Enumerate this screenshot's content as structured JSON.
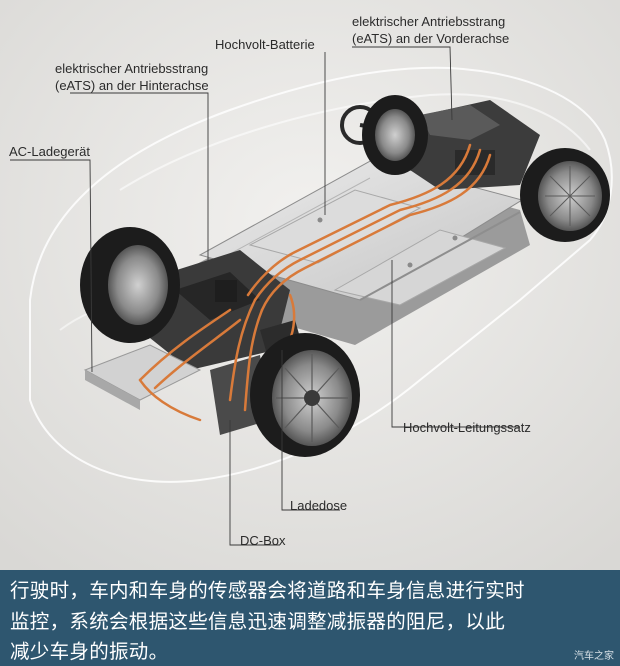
{
  "labels": {
    "front_drive": [
      "elektrischer Antriebsstrang",
      "(eATS) an der Vorderachse"
    ],
    "battery": "Hochvolt-Batterie",
    "rear_drive": [
      "elektrischer Antriebsstrang",
      "(eATS) an der Hinterachse"
    ],
    "ac_charger": "AC-Ladegerät",
    "hv_harness": "Hochvolt-Leitungssatz",
    "charge_socket": "Ladedose",
    "dc_box": "DC-Box"
  },
  "caption": {
    "line1": "行驶时，车内和车身的传感器会将道路和车身信息进行实时",
    "line2": "监控，系统会根据这些信息迅速调整减振器的阻尼，以此",
    "line3": "减少车身的振动。"
  },
  "watermark": "汽车之家",
  "colors": {
    "caption_bg": "#2e566f",
    "cable_orange": "#d87a3a",
    "label_text": "#2b2b2b"
  }
}
